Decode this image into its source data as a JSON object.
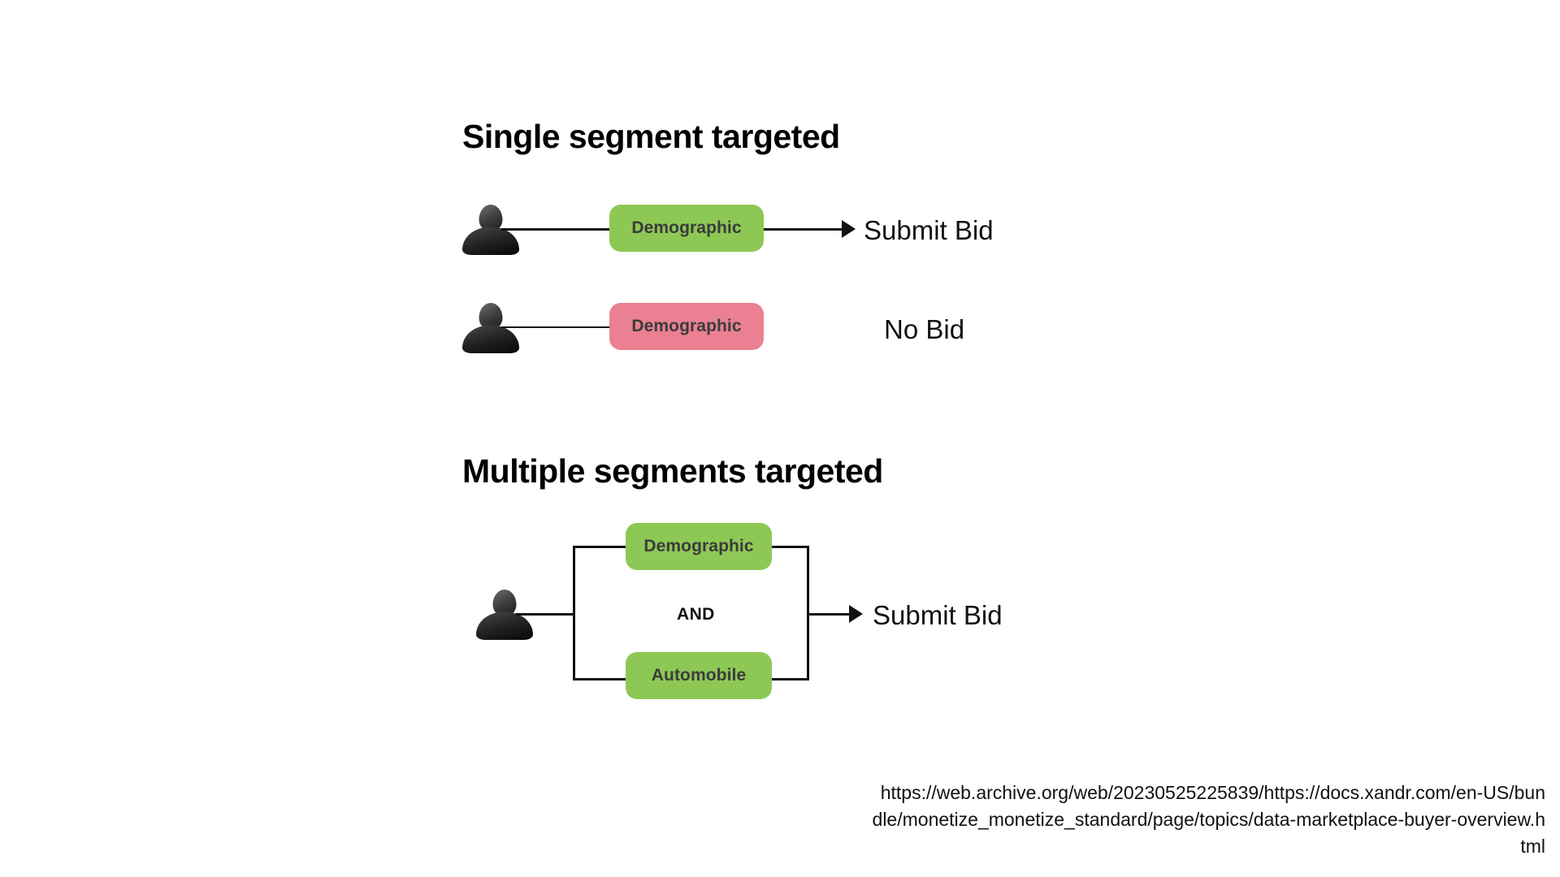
{
  "sections": [
    {
      "title": "Single segment targeted",
      "rows": [
        {
          "actor_icon": "person-icon",
          "segment": "Demographic",
          "segment_color": "#8dc855",
          "outcome": "Submit Bid",
          "has_arrow": true
        },
        {
          "actor_icon": "person-icon",
          "segment": "Demographic",
          "segment_color": "#ea8091",
          "outcome": "No Bid",
          "has_arrow": false
        }
      ]
    },
    {
      "title": "Multiple segments targeted",
      "rows": [
        {
          "actor_icon": "person-icon",
          "segment_top": "Demographic",
          "segment_top_color": "#8dc855",
          "operator": "AND",
          "segment_bottom": "Automobile",
          "segment_bottom_color": "#8dc855",
          "outcome": "Submit Bid",
          "has_arrow": true
        }
      ]
    }
  ],
  "footer": {
    "source_url": "https://web.archive.org/web/20230525225839/https://docs.xandr.com/en-US/bundle/monetize_monetize_standard/page/topics/data-marketplace-buyer-overview.html"
  },
  "colors": {
    "green": "#8dc855",
    "red": "#ea8091",
    "line": "#111111",
    "text": "#111111",
    "pill_text": "#3b3b3b",
    "background": "#ffffff"
  }
}
